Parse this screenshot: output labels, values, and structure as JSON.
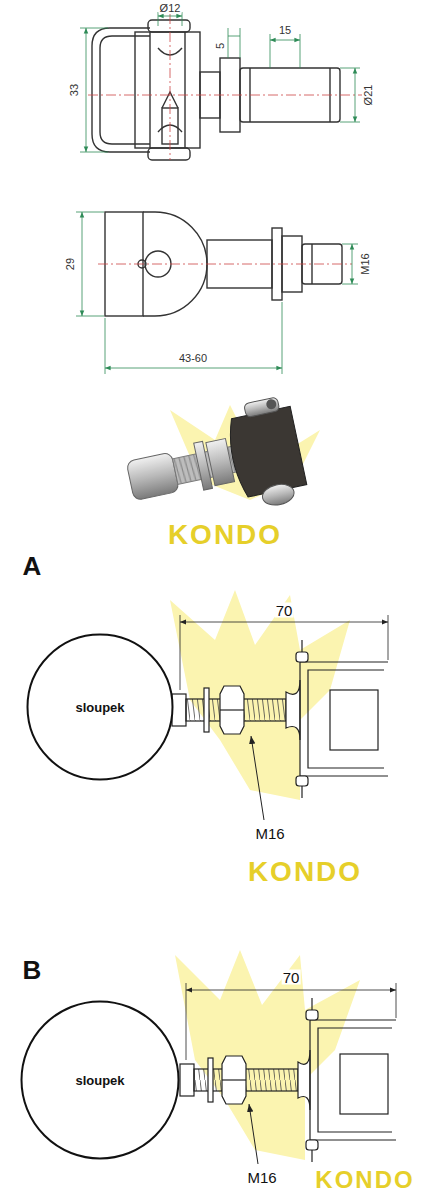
{
  "diagram": {
    "nodes": [
      {
        "text": [
          "sloupek"
        ]
      },
      {
        "text": [
          "sloupek"
        ]
      }
    ],
    "labels": [
      "Ø12",
      "5",
      "15",
      "33",
      "Ø21",
      "29",
      "M16",
      "43-60",
      "A",
      "70",
      "M16",
      "B",
      "70",
      "M16",
      "KONDO",
      "KONDO",
      "KONDO"
    ]
  }
}
